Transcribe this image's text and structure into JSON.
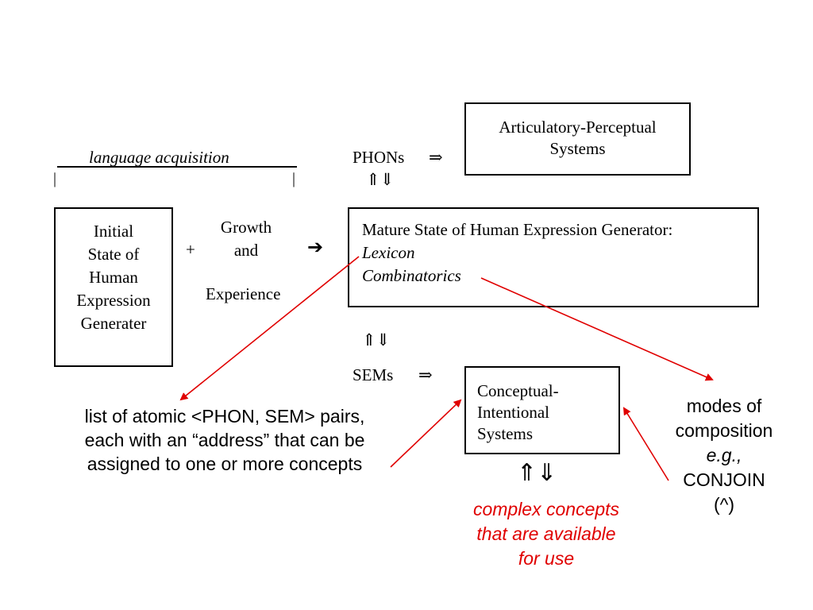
{
  "acquisition": {
    "label": "language acquisition",
    "left_tick": "|",
    "right_tick": "|"
  },
  "initial_state": {
    "lines": [
      "Initial",
      "State of",
      "Human",
      "Expression",
      "Generater"
    ]
  },
  "growth": {
    "plus": "+",
    "line1": "Growth",
    "line2": "and",
    "line3": "Experience",
    "arrow": "➔"
  },
  "mature_state": {
    "title": "Mature State of Human Expression Generator:",
    "lexicon": "Lexicon",
    "combinatorics": "Combinatorics"
  },
  "phons": {
    "label": "PHONs",
    "arrow": "⇒",
    "updown": "⇑⇓"
  },
  "articulatory": {
    "line1": "Articulatory-Perceptual",
    "line2": "Systems"
  },
  "sems": {
    "label": "SEMs",
    "arrow": "⇒",
    "updown": "⇑⇓"
  },
  "conceptual": {
    "line1": "Conceptual-",
    "line2": "Intentional",
    "line3": "Systems",
    "updown": "⇑⇓"
  },
  "lexicon_note": {
    "line1": "list of atomic <PHON, SEM> pairs,",
    "line2": "each with an “address” that can be",
    "line3": "assigned to one or more concepts"
  },
  "modes_note": {
    "line1": "modes of",
    "line2": "composition",
    "line3": "e.g.,",
    "line4": "CONJOIN",
    "line5": "(^)"
  },
  "complex_note": {
    "line1": "complex concepts",
    "line2": "that are available",
    "line3": "for use"
  },
  "colors": {
    "annotation": "#e00000",
    "text": "#000000"
  }
}
